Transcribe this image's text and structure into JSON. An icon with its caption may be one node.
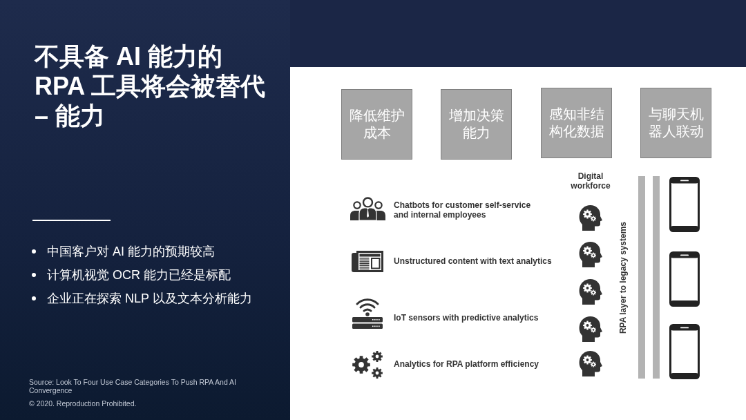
{
  "diagram": {
    "title": "不具备 AI 能力的 RPA 工具将会被替代 – 能力",
    "nodes": [
      {
        "text": [
          "降低维护成本"
        ]
      },
      {
        "text": [
          "增加决策能力"
        ]
      },
      {
        "text": [
          "感知非结构化数据"
        ]
      },
      {
        "text": [
          "与聊天机器人联动"
        ]
      }
    ],
    "labels": [
      "中国客户对 AI 能力的预期较高",
      "计算机视觉 OCR 能力已经是标配",
      "企业正在探索 NLP 以及文本分析能力",
      "Source: Look To Four Use Case Categories To Push RPA And AI Convergence",
      "© 2020. Reproduction Prohibited.",
      "Digital workforce",
      "Chatbots for customer self-service and internal employees",
      "Unstructured content with text analytics",
      "IoT sensors with predictive analytics",
      "Analytics for RPA platform efficiency",
      "RPA layer to legacy systems"
    ]
  }
}
